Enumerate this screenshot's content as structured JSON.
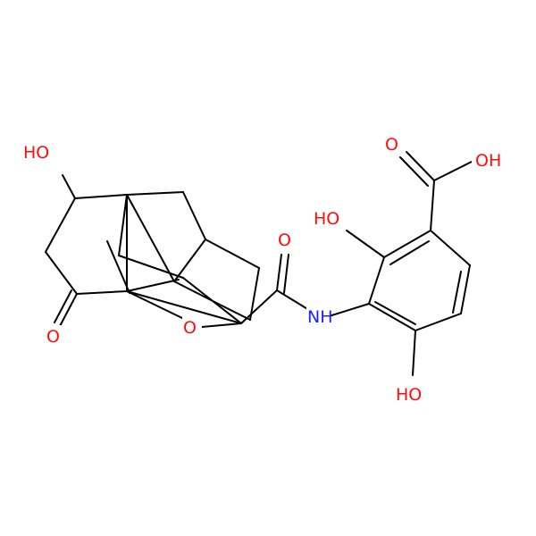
{
  "colors": {
    "carbon": "#000000",
    "oxygen": "#ff0d0d",
    "nitrogen": "#2020ff",
    "background": "#ffffff"
  },
  "atom_labels": {
    "oh_top_left": "HO",
    "ketone_o": "O",
    "ether_o": "O",
    "amide_o": "O",
    "nh": "NH",
    "oh_ring_upper": "HO",
    "oh_ring_lower": "HO",
    "acid_o": "O",
    "acid_oh": "OH"
  }
}
